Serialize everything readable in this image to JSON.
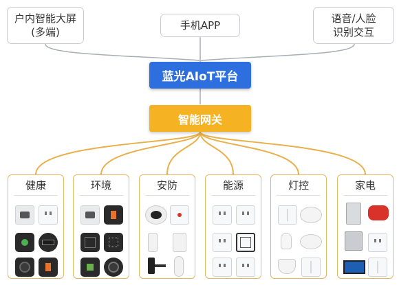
{
  "colors": {
    "platform": "#2e6fe0",
    "gateway": "#f5b324",
    "card_border": "#e6b660",
    "top_border": "#c9ccd1",
    "connector": "#a8aeb5",
    "branch": "#e8b04a"
  },
  "top_nodes": [
    {
      "line1": "户内智能大屏",
      "line2": "(多端)"
    },
    {
      "line1": "手机APP",
      "line2": ""
    },
    {
      "line1": "语音/人脸",
      "line2": "识别交互"
    }
  ],
  "platform": {
    "label": "蓝光AIoT平台"
  },
  "gateway": {
    "label": "智能网关"
  },
  "categories": [
    {
      "label": "健康",
      "devices": [
        "air-purifier-icon",
        "wall-socket-icon",
        "thermostat-icon",
        "smart-speaker-icon",
        "air-monitor-icon",
        "touch-panel-icon"
      ]
    },
    {
      "label": "环境",
      "devices": [
        "air-purifier-icon",
        "touch-panel-icon",
        "wall-switch-icon",
        "touch-panel-icon",
        "touch-panel-icon",
        "air-monitor-icon"
      ]
    },
    {
      "label": "安防",
      "devices": [
        "smoke-detector-icon",
        "alarm-button-icon",
        "door-sensor-icon",
        "door-sensor-icon",
        "door-lock-icon",
        "remote-icon"
      ]
    },
    {
      "label": "能源",
      "devices": [
        "wall-socket-icon",
        "wall-socket-icon",
        "wall-socket-icon",
        "control-panel-icon",
        "wall-socket-icon",
        "wall-socket-icon"
      ]
    },
    {
      "label": "灯控",
      "devices": [
        "wall-switch-icon",
        "ceiling-light-icon",
        "light-bulb-icon",
        "ceiling-light-icon",
        "downlight-icon",
        "wall-switch-icon"
      ]
    },
    {
      "label": "家电",
      "devices": [
        "refrigerator-icon",
        "water-heater-icon",
        "washing-machine-icon",
        "wall-socket-icon",
        "television-icon",
        "wall-switch-icon"
      ]
    }
  ]
}
